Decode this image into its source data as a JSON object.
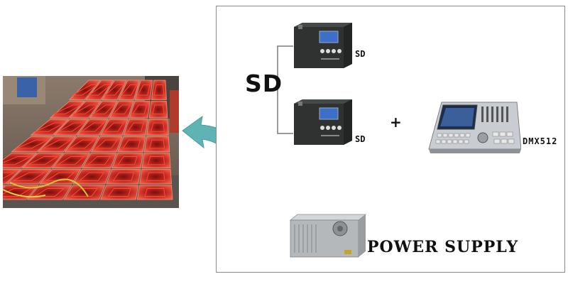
{
  "labels": {
    "sd_big": "SD",
    "sd_top": "SD",
    "sd_bottom": "SD",
    "plus": "+",
    "dmx": "DMX512",
    "power_supply": "POWER SUPPLY"
  },
  "icons": {
    "arrow": "curved-arrow-left-icon",
    "controller": "sd-controller-box-icon",
    "console": "dmx-console-icon",
    "psu": "power-supply-unit-icon"
  },
  "colors": {
    "arrow": "#5fb3b3",
    "led_red": "#e0322a",
    "controller_body": "#2f3230",
    "console_body": "#c9cdd2",
    "psu_body": "#b5b8bb"
  }
}
